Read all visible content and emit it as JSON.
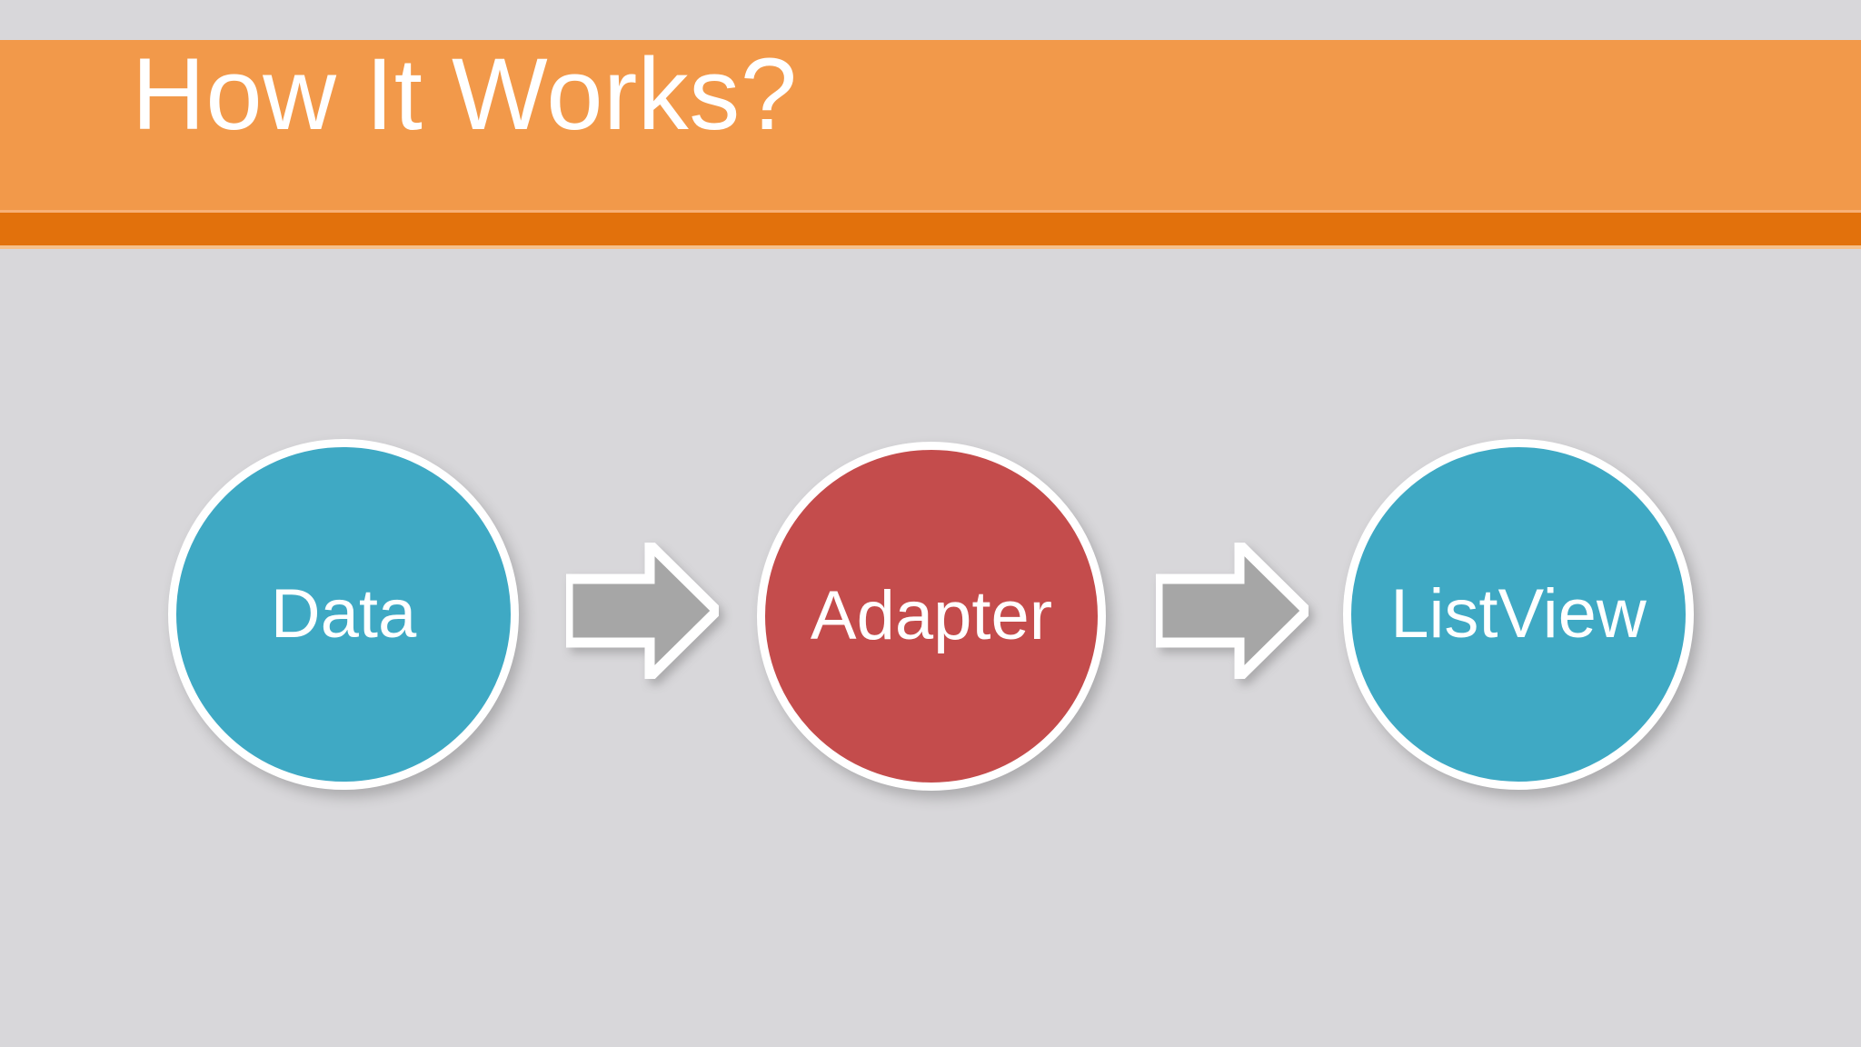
{
  "slide": {
    "background_color": "#d8d7da",
    "header": {
      "title": "How It Works?",
      "band_color": "#f2994a",
      "accent_bar_color": "#e2710c",
      "title_color": "#ffffff"
    },
    "diagram": {
      "type": "flow",
      "nodes": [
        {
          "id": "data",
          "label": "Data",
          "shape": "circle",
          "fill_color": "#3fa9c4",
          "border_color": "#ffffff",
          "text_color": "#ffffff"
        },
        {
          "id": "adapter",
          "label": "Adapter",
          "shape": "circle",
          "fill_color": "#c44c4c",
          "border_color": "#ffffff",
          "text_color": "#ffffff"
        },
        {
          "id": "listview",
          "label": "ListView",
          "shape": "circle",
          "fill_color": "#3fa9c4",
          "border_color": "#ffffff",
          "text_color": "#ffffff"
        }
      ],
      "connectors": [
        {
          "id": "arrow-1",
          "from": "data",
          "to": "adapter",
          "direction": "right",
          "fill_color": "#a6a6a6",
          "outline_color": "#ffffff"
        },
        {
          "id": "arrow-2",
          "from": "adapter",
          "to": "listview",
          "direction": "right",
          "fill_color": "#a6a6a6",
          "outline_color": "#ffffff"
        }
      ]
    }
  }
}
